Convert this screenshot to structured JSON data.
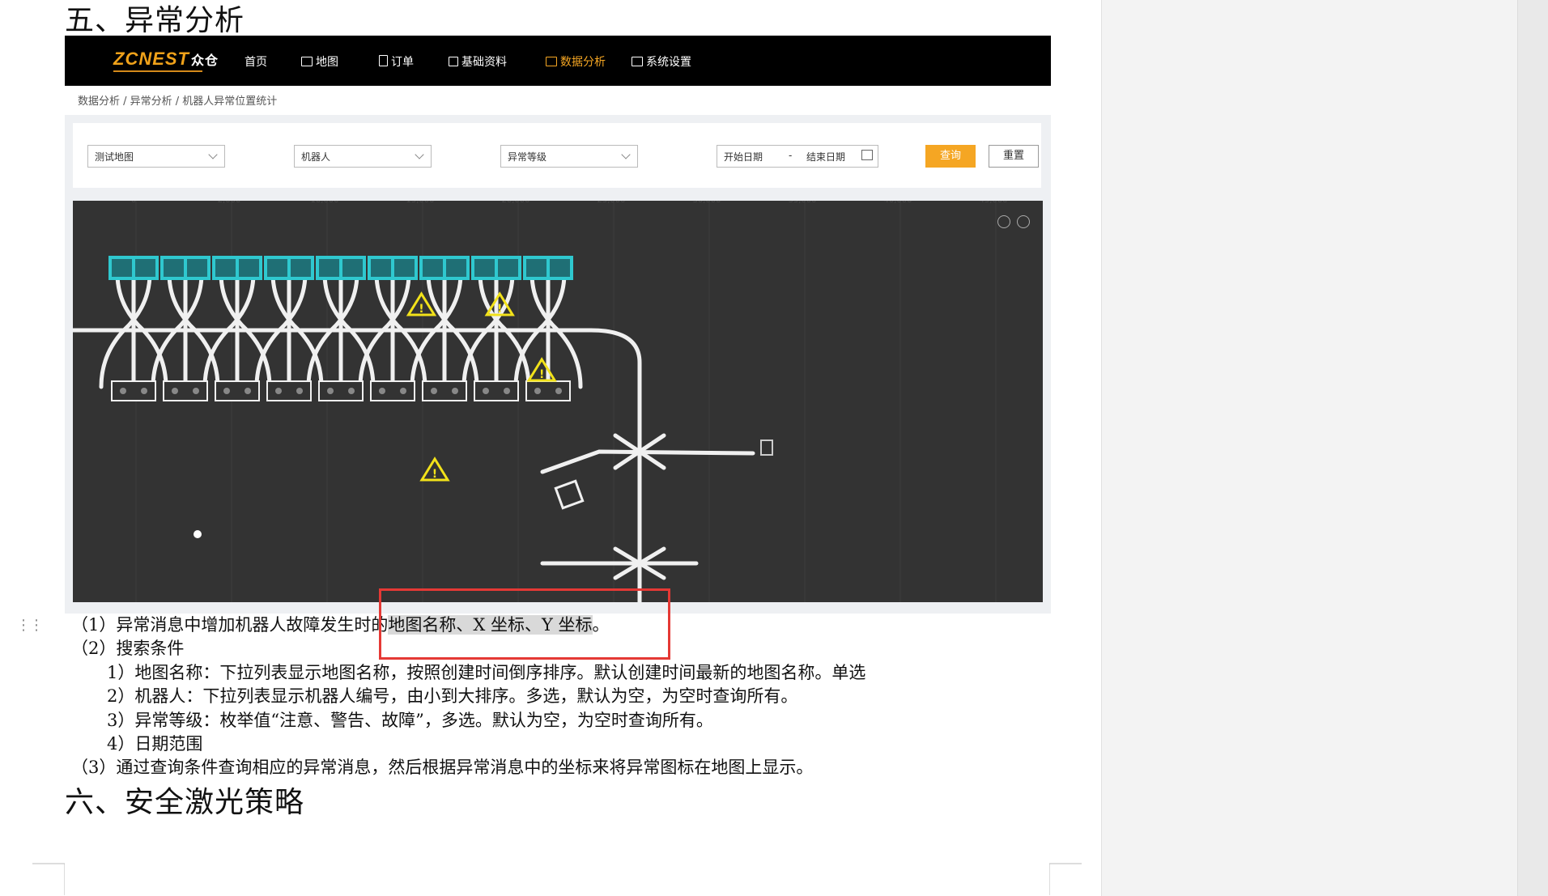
{
  "document": {
    "heading5": "五、异常分析",
    "heading6": "六、安全激光策略",
    "paragraphs": {
      "p1_pre": "（1）异常消息中增加机器人故障发生时的",
      "p1_hl": "地图名称、X 坐标、Y 坐标",
      "p1_post": "。",
      "p2": "（2）搜索条件",
      "p2_1": "1）地图名称：下拉列表显示地图名称，按照创建时间倒序排序。默认创建时间最新的地图名称。单选",
      "p2_2": "2）机器人：下拉列表显示机器人编号，由小到大排序。多选，默认为空，为空时查询所有。",
      "p2_3": "3）异常等级：枚举值“注意、警告、故障”，多选。默认为空，为空时查询所有。",
      "p2_4": "4）日期范围",
      "p3": "（3）通过查询条件查询相应的异常消息，然后根据异常消息中的坐标来将异常图标在地图上显示。"
    }
  },
  "app": {
    "logo_text": "ZCNEST",
    "logo_cn": "众仓",
    "nav": [
      {
        "label": "首页",
        "icon": "none"
      },
      {
        "label": "地图",
        "icon": "map-icon"
      },
      {
        "label": "订单",
        "icon": "document-icon"
      },
      {
        "label": "基础资料",
        "icon": "cube-icon"
      },
      {
        "label": "数据分析",
        "icon": "monitor-icon",
        "active": true
      },
      {
        "label": "系统设置",
        "icon": "monitor-icon"
      }
    ],
    "breadcrumb": "数据分析 / 异常分析 / 机器人异常位置统计",
    "filters": {
      "map_select": "测试地图",
      "robot_select": "机器人",
      "level_select": "异常等级",
      "start_date": "开始日期",
      "date_sep": "-",
      "end_date": "结束日期",
      "query_button": "查询",
      "reset_button": "重置"
    }
  },
  "colors": {
    "accent": "#f5a623",
    "nav_bg": "#000000",
    "map_bg": "#333333",
    "station": "#2fc8cf",
    "warning": "#f2e21a",
    "highlight_box": "#e53935"
  },
  "chart_data": {
    "type": "scatter",
    "title": "",
    "x_ticks": [
      "0",
      "2,000",
      "10,000",
      "15,000",
      "20,000",
      "25,000",
      "30,000",
      "35,000",
      "40,000",
      "45,000"
    ],
    "stations_top": 9,
    "stations_bottom": 9,
    "anomaly_markers": [
      {
        "label": "!",
        "x": 19300,
        "y": 6300
      },
      {
        "label": "!",
        "x": 23400,
        "y": 6300
      },
      {
        "label": "!",
        "x": 25600,
        "y": 9000
      },
      {
        "label": "!",
        "x": 20000,
        "y": 13100
      }
    ]
  }
}
